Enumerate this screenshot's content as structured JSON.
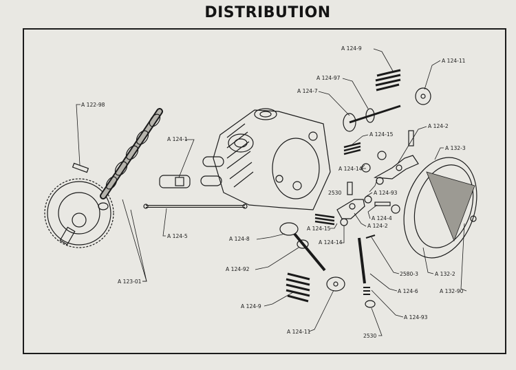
{
  "title": "DISTRIBUTION",
  "labels": {
    "a124_9_top": "A 124-9",
    "a124_11_top": "A 124-11",
    "a124_97": "A 124-97",
    "a124_7": "A 124-7",
    "a122_98": "A 122-98",
    "a124_15_top": "A 124-15",
    "a124_2_top": "A 124-2",
    "a132_3": "A 132-3",
    "a124_1": "A 124-1",
    "a124_14_top": "A 124-14",
    "p2530_top": "2530",
    "a124_93": "A 124-93",
    "a124_4": "A 124-4",
    "a124_2_mid": "A 124-2",
    "a124_5": "A 124-5",
    "a124_15_mid": "A 124-15",
    "a124_8": "A 124-8",
    "a124_14_mid": "A 124-14",
    "a124_92": "A 124-92",
    "p2580_3": "2580-3",
    "a132_2": "A 132-2",
    "a123_01": "A 123-01",
    "a124_6": "A 124-6",
    "a132_90": "A 132-90",
    "a124_9_bottom": "A 124-9",
    "a124_93_bottom": "A 124-93",
    "a124_11_bottom": "A 124-11",
    "p2530_bottom": "2530"
  }
}
